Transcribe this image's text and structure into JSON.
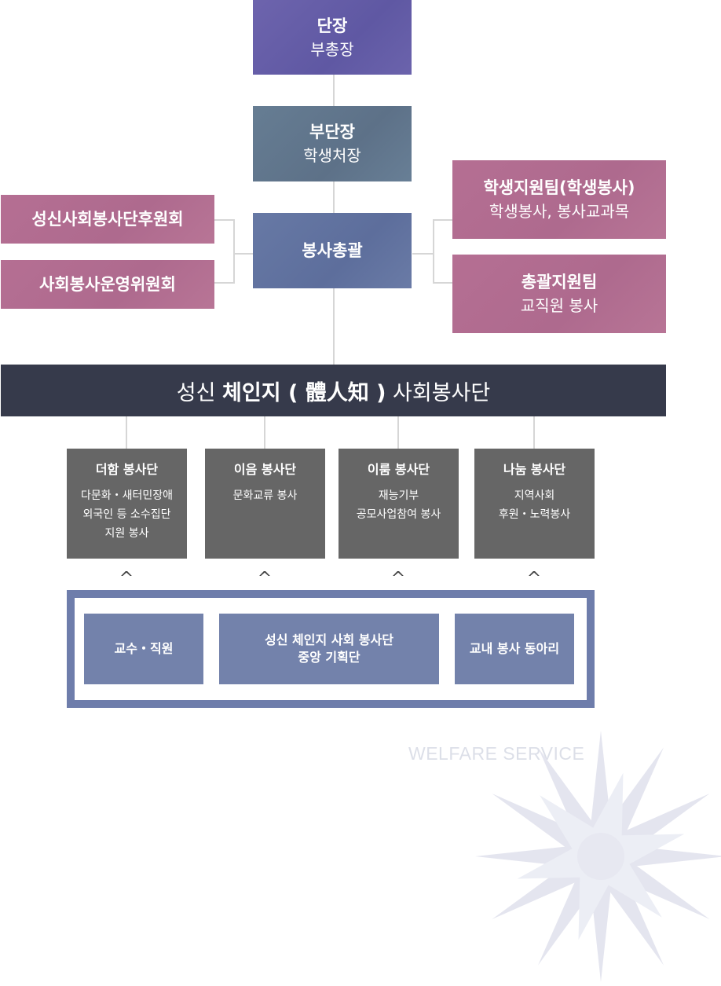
{
  "top": {
    "title": "단장",
    "subtitle": "부총장"
  },
  "deputy": {
    "title": "부단장",
    "subtitle": "학생처장"
  },
  "general": {
    "title": "봉사총괄"
  },
  "left_committees": [
    "성신사회봉사단후원회",
    "사회봉사운영위원회"
  ],
  "right_teams": [
    {
      "title": "학생지원팀(학생봉사)",
      "subtitle": "학생봉사, 봉사교과목"
    },
    {
      "title": "총괄지원팀",
      "subtitle": "교직원 봉사"
    }
  ],
  "banner": {
    "prefix": "성신 ",
    "bold": "체인지 ( 體人知 )",
    "suffix": " 사회봉사단"
  },
  "units": [
    {
      "title": "더함 봉사단",
      "desc": "다문화・새터민장애\n외국인 등 소수집단\n지원 봉사"
    },
    {
      "title": "이음 봉사단",
      "desc": "문화교류 봉사"
    },
    {
      "title": "이룸 봉사단",
      "desc": "재능기부\n공모사업참여 봉사"
    },
    {
      "title": "나눔 봉사단",
      "desc": "지역사회\n후원・노력봉사"
    }
  ],
  "caret": "^",
  "bottom_boxes": [
    "교수・직원",
    "성신 체인지 사회 봉사단\n중앙 기획단",
    "교내 봉사 동아리"
  ],
  "watermark": "WELFARE SERVICE",
  "colors": {
    "purple": "#6560a8",
    "slate": "#62778e",
    "blue": "#6273a0",
    "pink": "#b16d91",
    "dark": "#363a4b",
    "grey": "#666666",
    "navy": "#7382ab",
    "watermark": "#dcdfe8"
  }
}
